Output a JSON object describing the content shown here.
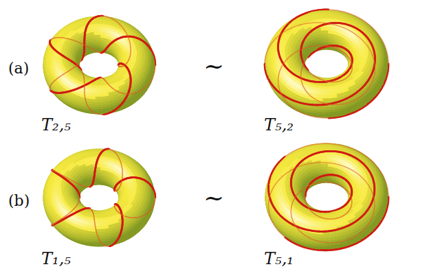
{
  "diagram": {
    "labels": [
      "(a)",
      "~",
      "T₂,₅",
      "T₅,₂",
      "(b)",
      "~",
      "T₁,₅",
      "T₅,₁"
    ]
  }
}
